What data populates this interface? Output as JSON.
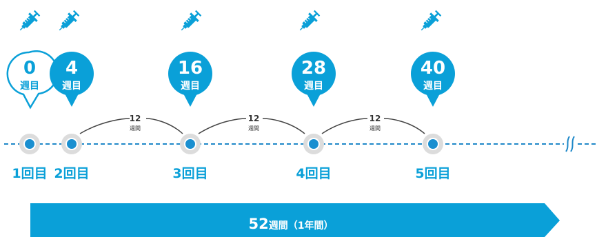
{
  "colors": {
    "accent": "#0aa0d8",
    "dose_dot_outer": "#d6d6d6",
    "dose_dot_inner": "#1a8fd0",
    "line": "#1e88c8",
    "interval": "#444444",
    "background": "#ffffff"
  },
  "icons": {
    "syringe": "syringe-icon",
    "break": "axis-break-icon"
  },
  "weeks": [
    {
      "number": "0",
      "unit": "週目",
      "style": "outline"
    },
    {
      "number": "4",
      "unit": "週目",
      "style": "filled"
    },
    {
      "number": "16",
      "unit": "週目",
      "style": "filled"
    },
    {
      "number": "28",
      "unit": "週目",
      "style": "filled"
    },
    {
      "number": "40",
      "unit": "週目",
      "style": "filled"
    }
  ],
  "doses": [
    "1回目",
    "2回目",
    "3回目",
    "4回目",
    "5回目"
  ],
  "intervals": [
    {
      "number": "12",
      "unit": "週間"
    },
    {
      "number": "12",
      "unit": "週間"
    },
    {
      "number": "12",
      "unit": "週間"
    }
  ],
  "total": {
    "number": "52",
    "text": "週間（1年間）"
  }
}
